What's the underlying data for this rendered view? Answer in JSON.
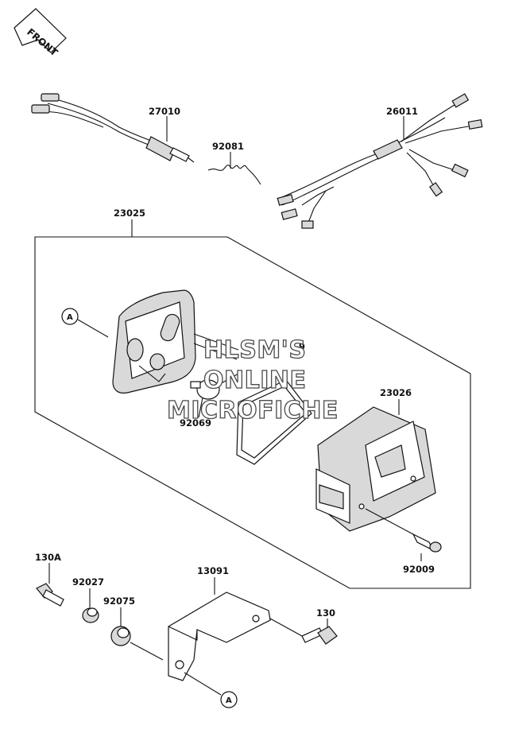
{
  "front_tag": "FRONT",
  "watermark": [
    "HLSM'S",
    "ONLINE",
    "MICROFICHE"
  ],
  "parts": [
    {
      "id": "p27010",
      "label": "27010"
    },
    {
      "id": "p92081",
      "label": "92081"
    },
    {
      "id": "p26011",
      "label": "26011"
    },
    {
      "id": "p23025",
      "label": "23025"
    },
    {
      "id": "p23026",
      "label": "23026"
    },
    {
      "id": "p92069",
      "label": "92069"
    },
    {
      "id": "p92009",
      "label": "92009"
    },
    {
      "id": "p130A",
      "label": "130A"
    },
    {
      "id": "p92027",
      "label": "92027"
    },
    {
      "id": "p92075",
      "label": "92075"
    },
    {
      "id": "p13091",
      "label": "13091"
    },
    {
      "id": "p130",
      "label": "130"
    }
  ],
  "refs": [
    "A",
    "A"
  ],
  "partial_label": "9"
}
